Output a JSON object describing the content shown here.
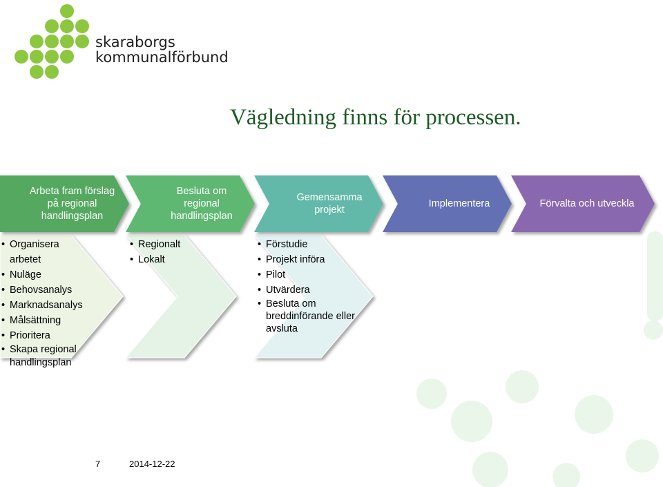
{
  "logo": {
    "line1": "skaraborgs",
    "line2": "kommunalförbund",
    "color": "#8dc63f"
  },
  "title": "Vägledning finns för processen.",
  "steps": [
    {
      "label": "Arbeta fram förslag på regional handlingsplan",
      "color": "#55a860"
    },
    {
      "label": "Besluta om regional handlingsplan",
      "color": "#5fb872"
    },
    {
      "label": "Gemensamma projekt",
      "color": "#64b9a9"
    },
    {
      "label": "Implementera",
      "color": "#6470b3"
    },
    {
      "label": "Förvalta och utveckla",
      "color": "#8a68b0"
    }
  ],
  "details": [
    {
      "items": [
        "Organisera arbetet",
        "Nuläge",
        "Behovsanalys",
        "Marknadsanalys",
        "Målsättning",
        "Prioritera",
        "Skapa regional handlingsplan"
      ],
      "color": "#edf4e3"
    },
    {
      "items": [
        "Regionalt",
        "Lokalt"
      ],
      "color": "#e4f3e6"
    },
    {
      "items": [
        "Förstudie",
        "Projekt införa",
        "Pilot",
        "Utvärdera",
        "Besluta om breddinförande eller avsluta"
      ],
      "color": "#e2f1f1"
    }
  ],
  "footer": {
    "page_number": "7",
    "date": "2014-12-22"
  }
}
